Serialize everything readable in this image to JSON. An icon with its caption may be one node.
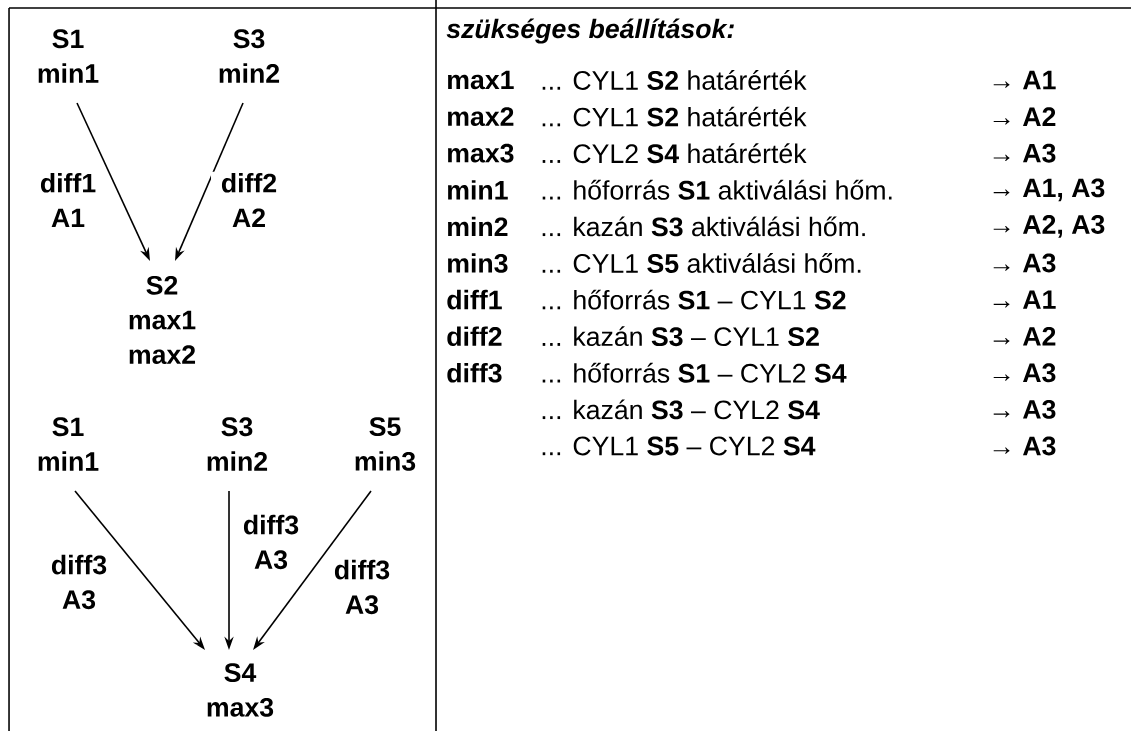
{
  "diagram": {
    "title": "szükséges beállítások:",
    "nodes": [
      {
        "text": [
          "S1",
          "min1"
        ]
      },
      {
        "text": [
          "S3",
          "min2"
        ]
      },
      {
        "text": [
          "S2",
          "max1",
          "max2"
        ]
      },
      {
        "text": [
          "S1",
          "min1"
        ]
      },
      {
        "text": [
          "S3",
          "min2"
        ]
      },
      {
        "text": [
          "S5",
          "min3"
        ]
      },
      {
        "text": [
          "S4",
          "max3"
        ]
      }
    ],
    "edges": [
      {
        "from": 0,
        "to": 2,
        "arrow": "to",
        "label": "diff1 A1"
      },
      {
        "from": 1,
        "to": 2,
        "arrow": "to",
        "label": "diff2 A2"
      },
      {
        "from": 3,
        "to": 6,
        "arrow": "to",
        "label": "diff3 A3"
      },
      {
        "from": 4,
        "to": 6,
        "arrow": "to",
        "label": "diff3 A3"
      },
      {
        "from": 5,
        "to": 6,
        "arrow": "to",
        "label": "diff3 A3"
      }
    ],
    "labels": [
      "max1",
      "... CYL1 **S2** határérték",
      "→ A1",
      "max2",
      "... CYL1 **S2** határérték",
      "→ A2",
      "max3",
      "... CYL2 **S4** határérték",
      "→ A3",
      "min1",
      "... hőforrás **S1** aktiválási hőm.",
      "→ A1, A3",
      "min2",
      "... kazán **S3** aktiválási hőm.",
      "→ A2, A3",
      "min3",
      "... CYL1 **S5** aktiválási hőm.",
      "→ A3",
      "diff1",
      "... hőforrás **S1** – CYL1 **S2**",
      "→ A1",
      "diff2",
      "... kazán **S3** – CYL1 **S2**",
      "→ A2",
      "diff3",
      "... hőforrás **S1** – CYL2 **S4**",
      "→ A3",
      "... kazán **S3** – CYL2 **S4**",
      "→ A3",
      "... CYL1 **S5** – CYL2 **S4**",
      "→ A3"
    ]
  }
}
